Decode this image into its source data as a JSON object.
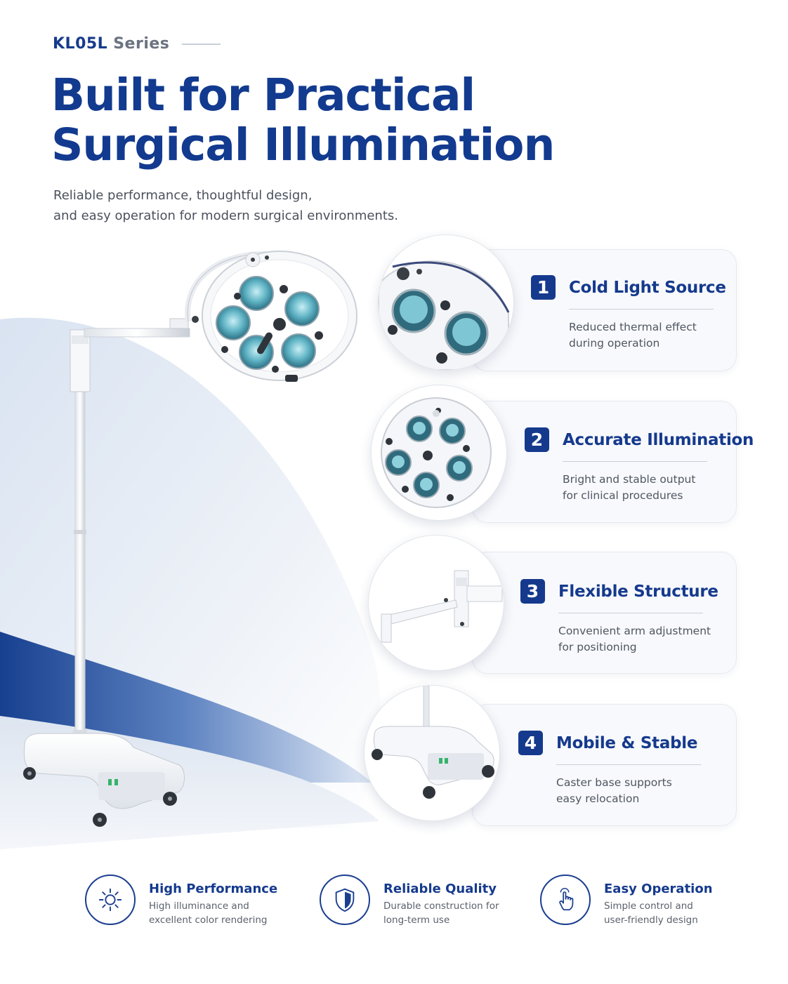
{
  "header": {
    "series_code": "KL05L",
    "series_word": "Series",
    "title_lines": [
      "Built for Practical",
      "Surgical Illumination"
    ],
    "subtitle_lines": [
      "Reliable performance, thoughtful design,",
      "and easy operation for modern surgical environments."
    ]
  },
  "features": [
    {
      "number": "1",
      "title": "Cold Light Source",
      "desc_lines": [
        "Reduced thermal effect",
        "during operation"
      ]
    },
    {
      "number": "2",
      "title": "Accurate Illumination",
      "desc_lines": [
        "Bright and stable output",
        "for clinical procedures"
      ]
    },
    {
      "number": "3",
      "title": "Flexible Structure",
      "desc_lines": [
        "Convenient arm adjustment",
        "for positioning"
      ]
    },
    {
      "number": "4",
      "title": "Mobile & Stable",
      "desc_lines": [
        "Caster base supports",
        "easy relocation"
      ]
    }
  ],
  "bottom": [
    {
      "icon": "sun-icon",
      "title": "High Performance",
      "desc_lines": [
        "High illuminance and",
        "excellent color rendering"
      ]
    },
    {
      "icon": "shield-icon",
      "title": "Reliable Quality",
      "desc_lines": [
        "Durable construction for",
        "long-term use"
      ]
    },
    {
      "icon": "hand-pointer-icon",
      "title": "Easy Operation",
      "desc_lines": [
        "Simple control and",
        "user-friendly design"
      ]
    }
  ],
  "colors": {
    "brand_blue": "#153a8d",
    "lens_teal": "#5fb3c4",
    "light_blue_wave": "#dde6f3"
  }
}
